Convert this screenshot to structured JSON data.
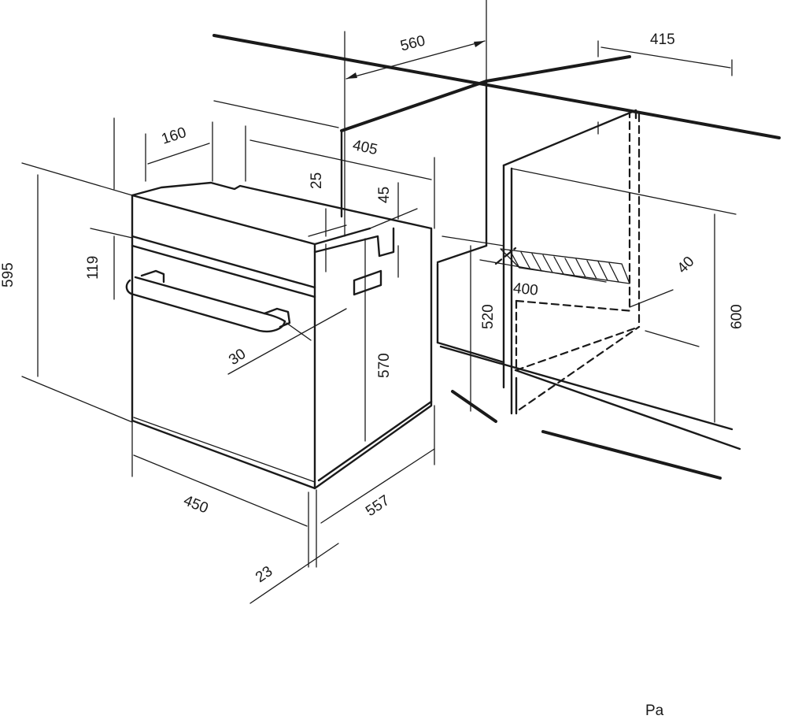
{
  "dimensions": {
    "cabinet_width": "560",
    "cabinet_depth": "415",
    "top_back_offset": "160",
    "top_depth": "405",
    "top_gap": "25",
    "vent_gap": "45",
    "panel_height": "119",
    "total_height": "595",
    "handle_depth": "30",
    "body_height": "570",
    "niche_height": "520",
    "vent_width": "400",
    "vent_depth": "40",
    "niche_full_height": "600",
    "front_width": "450",
    "body_depth": "557",
    "door_thickness": "23"
  },
  "footer_text": "Pa"
}
